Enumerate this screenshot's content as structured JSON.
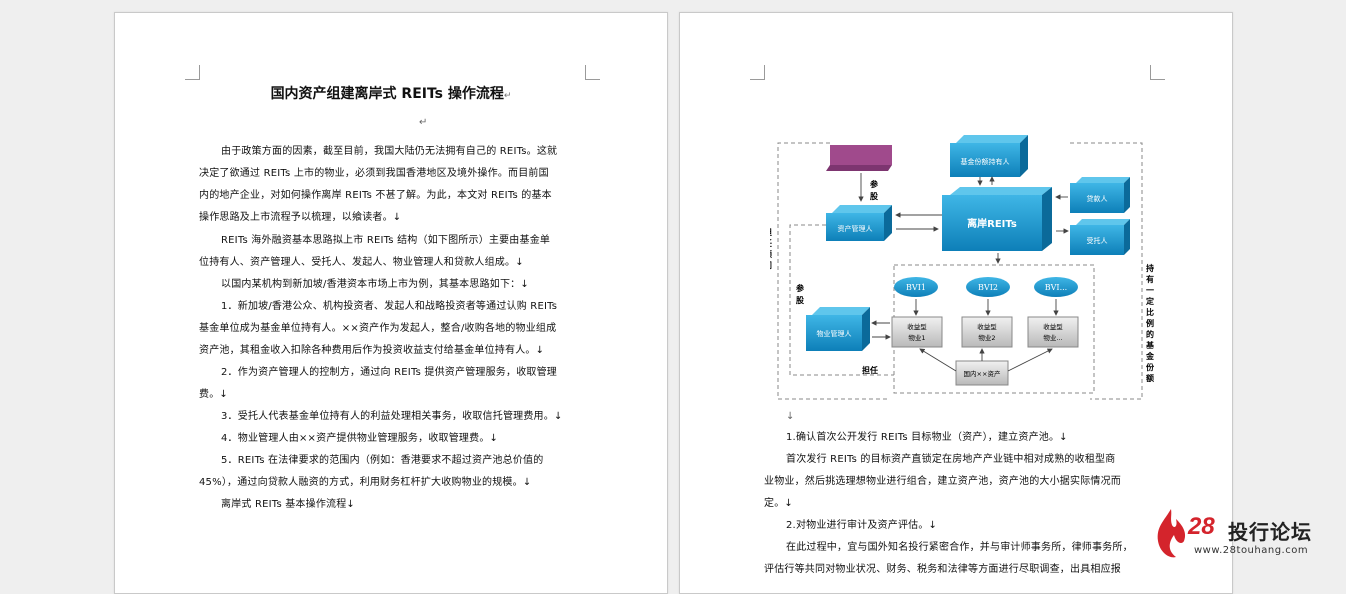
{
  "page1": {
    "title": "国内资产组建离岸式 REITs 操作流程",
    "enter_after_title": "↵",
    "lines": [
      "由于政策方面的因素，截至目前，我国大陆仍无法拥有自己的 REITs。这就",
      "决定了欲通过 REITs 上市的物业，必须到我国香港地区及境外操作。而目前国",
      "内的地产企业，对如何操作离岸 REITs 不甚了解。为此，本文对 REITs 的基本",
      "操作思路及上市流程予以梳理，以飨读者。↓",
      "REITs 海外融资基本思路拟上市 REITs 结构（如下图所示）主要由基金单",
      "位持有人、资产管理人、受托人、发起人、物业管理人和贷款人组成。↓",
      "以国内某机构到新加坡/香港资本市场上市为例，其基本思路如下：↓",
      "1．新加坡/香港公众、机构投资者、发起人和战略投资者等通过认购 REITs",
      "基金单位成为基金单位持有人。××资产作为发起人，整合/收购各地的物业组成",
      "资产池，其租金收入扣除各种费用后作为投资收益支付给基金单位持有人。↓",
      "2．作为资产管理人的控制方，通过向 REITs 提供资产管理服务，收取管理",
      "费。↓",
      "3．受托人代表基金单位持有人的利益处理相关事务，收取信托管理费用。↓",
      "4．物业管理人由××资产提供物业管理服务，收取管理费。↓",
      "5．REITs 在法律要求的范围内（例如：香港要求不超过资产池总价值的",
      "45%），通过向贷款人融资的方式，利用财务杠杆扩大收购物业的规模。↓",
      "离岸式 REITs 基本操作流程↓"
    ]
  },
  "diagram": {
    "fund_holders": "基金份额持有人",
    "asset_manager": "资产管理人",
    "reits": "离岸REITs",
    "lender": "贷款人",
    "trustee": "受托人",
    "property_manager": "物业管理人",
    "bvi1": "BVI1",
    "bvi2": "BVI2",
    "bvi3": "BVI...",
    "prop1a": "收益型",
    "prop1b": "物业1",
    "prop2a": "收益型",
    "prop2b": "物业2",
    "prop3a": "收益型",
    "prop3b": "物业...",
    "domestic_asset": "国内××资产",
    "label_canfu_top": [
      "参",
      "股"
    ],
    "label_danren_guwen": [
      "担",
      "任",
      "顾",
      "问"
    ],
    "label_canfu_mid": [
      "参",
      "股"
    ],
    "label_danren_bottom": "担任",
    "label_right": [
      "持",
      "有",
      "一",
      "定",
      "比",
      "例",
      "的",
      "基",
      "金",
      "份",
      "额"
    ]
  },
  "page2": {
    "enter_after_figure": "↓",
    "lines": [
      "1.确认首次公开发行 REITs 目标物业（资产），建立资产池。↓",
      "首次发行 REITs 的目标资产直锁定在房地产产业链中相对成熟的收租型商",
      "业物业，然后挑选理想物业进行组合，建立资产池，资产池的大小据实际情况而",
      "定。↓",
      "2.对物业进行审计及资产评估。↓",
      "在此过程中，宜与国外知名投行紧密合作，并与审计师事务所，律师事务所，",
      "评估行等共同对物业状况、财务、税务和法律等方面进行尽职调查，出具相应报"
    ]
  },
  "logo": {
    "number": "28",
    "name": "投行论坛",
    "url": "www.28touhang.com"
  },
  "colors": {
    "box_blue": "#1b9bd1",
    "box_purple": "#a04a8c",
    "logo_red": "#d4242c"
  }
}
